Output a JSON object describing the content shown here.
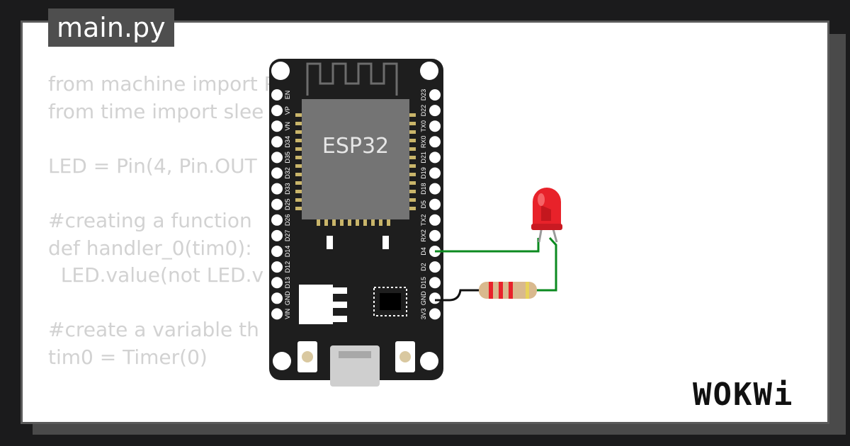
{
  "editor": {
    "filename": "main.py",
    "code_lines": [
      "from machine import P",
      "from time import slee",
      "",
      "LED = Pin(4, Pin.OUT",
      "",
      "#creating a function",
      "def handler_0(tim0):",
      "  LED.value(not LED.v",
      "",
      "#create a variable th",
      "tim0 = Timer(0)"
    ]
  },
  "board": {
    "chip_label": "ESP32",
    "left_pins": [
      "EN",
      "VP",
      "VN",
      "D34",
      "D35",
      "D32",
      "D33",
      "D25",
      "D26",
      "D27",
      "D14",
      "D12",
      "D13",
      "GND",
      "VIN"
    ],
    "right_pins": [
      "D23",
      "D22",
      "TX0",
      "RX0",
      "D21",
      "D19",
      "D18",
      "D5",
      "TX2",
      "RX2",
      "D4",
      "D2",
      "D15",
      "GND",
      "3V3"
    ]
  },
  "brand": {
    "logo_text": "WOKWi"
  },
  "colors": {
    "board": "#1e1e1e",
    "chip": "#747474",
    "led": "#e8222a",
    "wire_signal": "#0b8a1f",
    "wire_ground": "#111111"
  }
}
